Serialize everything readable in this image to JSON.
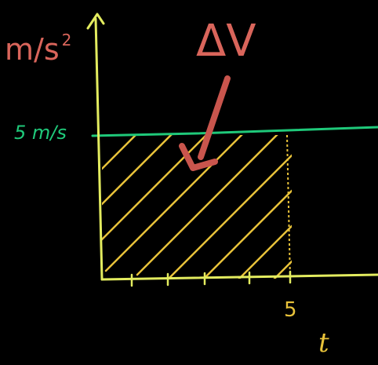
{
  "y_axis": {
    "unit_base": "m/s",
    "unit_exponent": "2"
  },
  "annotation": {
    "label": "ΔV"
  },
  "level": {
    "value": "5",
    "unit": "m/s"
  },
  "x_axis": {
    "tick_label": "5",
    "label": "t"
  },
  "colors": {
    "background": "#000000",
    "axes": "#e3ec5f",
    "hatch": "#e8c23a",
    "level_line": "#1fc97a",
    "annotation": "#d9655b"
  }
}
